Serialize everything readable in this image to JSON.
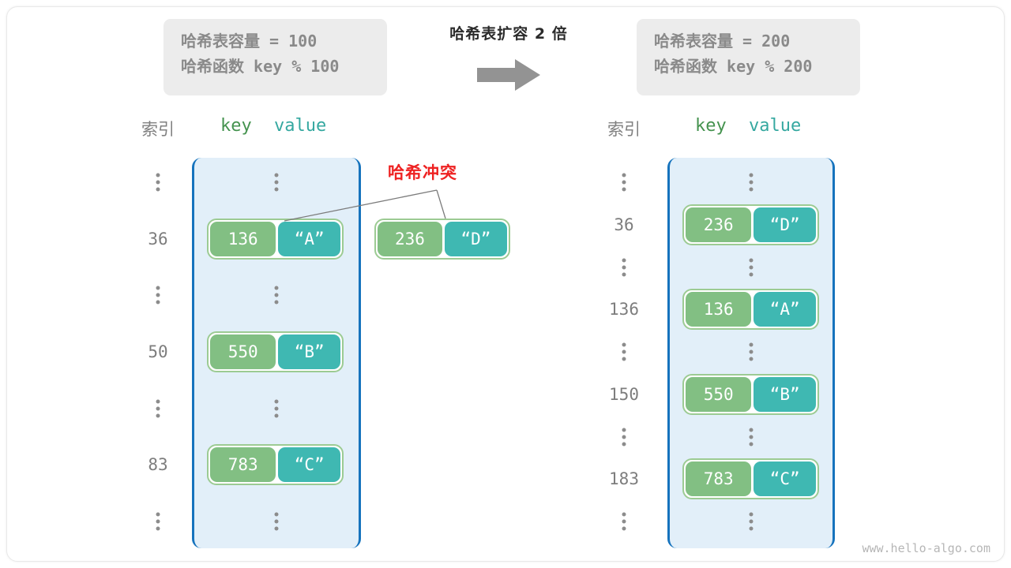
{
  "diagram": {
    "title": "哈希表扩容 2 倍",
    "watermark": "www.hello-algo.com",
    "collision_label": "哈希冲突",
    "arrow_icon": "right-arrow-icon",
    "colors": {
      "key_cell": "#82bf83",
      "value_cell": "#3fb8b2",
      "bucket_fill": "#e2eff9",
      "bucket_border": "#1673bd",
      "pair_border": "#9ccb93",
      "collision_text": "#ee2222",
      "info_box_bg": "#ececec",
      "index_text": "#7d7d7d",
      "key_header": "#45934f",
      "value_header": "#35a8a0"
    }
  },
  "left": {
    "info": {
      "capacity_line": "哈希表容量 = 100",
      "hash_line": "哈希函数 key % 100",
      "capacity_label": "哈希表容量",
      "capacity_value": "100",
      "hash_label": "哈希函数",
      "hash_expr": "key % 100"
    },
    "headers": {
      "index": "索引",
      "key": "key",
      "value": "value"
    },
    "rows": [
      {
        "index": "⋮",
        "type": "ellipsis"
      },
      {
        "index": "36",
        "type": "pair",
        "key": "136",
        "value": "“A”"
      },
      {
        "index": "⋮",
        "type": "ellipsis"
      },
      {
        "index": "50",
        "type": "pair",
        "key": "550",
        "value": "“B”"
      },
      {
        "index": "⋮",
        "type": "ellipsis"
      },
      {
        "index": "83",
        "type": "pair",
        "key": "783",
        "value": "“C”"
      },
      {
        "index": "⋮",
        "type": "ellipsis"
      }
    ],
    "colliding_pair": {
      "key": "236",
      "value": "“D”"
    }
  },
  "right": {
    "info": {
      "capacity_line": "哈希表容量 = 200",
      "hash_line": "哈希函数 key % 200",
      "capacity_label": "哈希表容量",
      "capacity_value": "200",
      "hash_label": "哈希函数",
      "hash_expr": "key % 200"
    },
    "headers": {
      "index": "索引",
      "key": "key",
      "value": "value"
    },
    "rows": [
      {
        "index": "⋮",
        "type": "ellipsis"
      },
      {
        "index": "36",
        "type": "pair",
        "key": "236",
        "value": "“D”"
      },
      {
        "index": "⋮",
        "type": "ellipsis"
      },
      {
        "index": "136",
        "type": "pair",
        "key": "136",
        "value": "“A”"
      },
      {
        "index": "⋮",
        "type": "ellipsis"
      },
      {
        "index": "150",
        "type": "pair",
        "key": "550",
        "value": "“B”"
      },
      {
        "index": "⋮",
        "type": "ellipsis"
      },
      {
        "index": "183",
        "type": "pair",
        "key": "783",
        "value": "“C”"
      },
      {
        "index": "⋮",
        "type": "ellipsis"
      }
    ]
  }
}
